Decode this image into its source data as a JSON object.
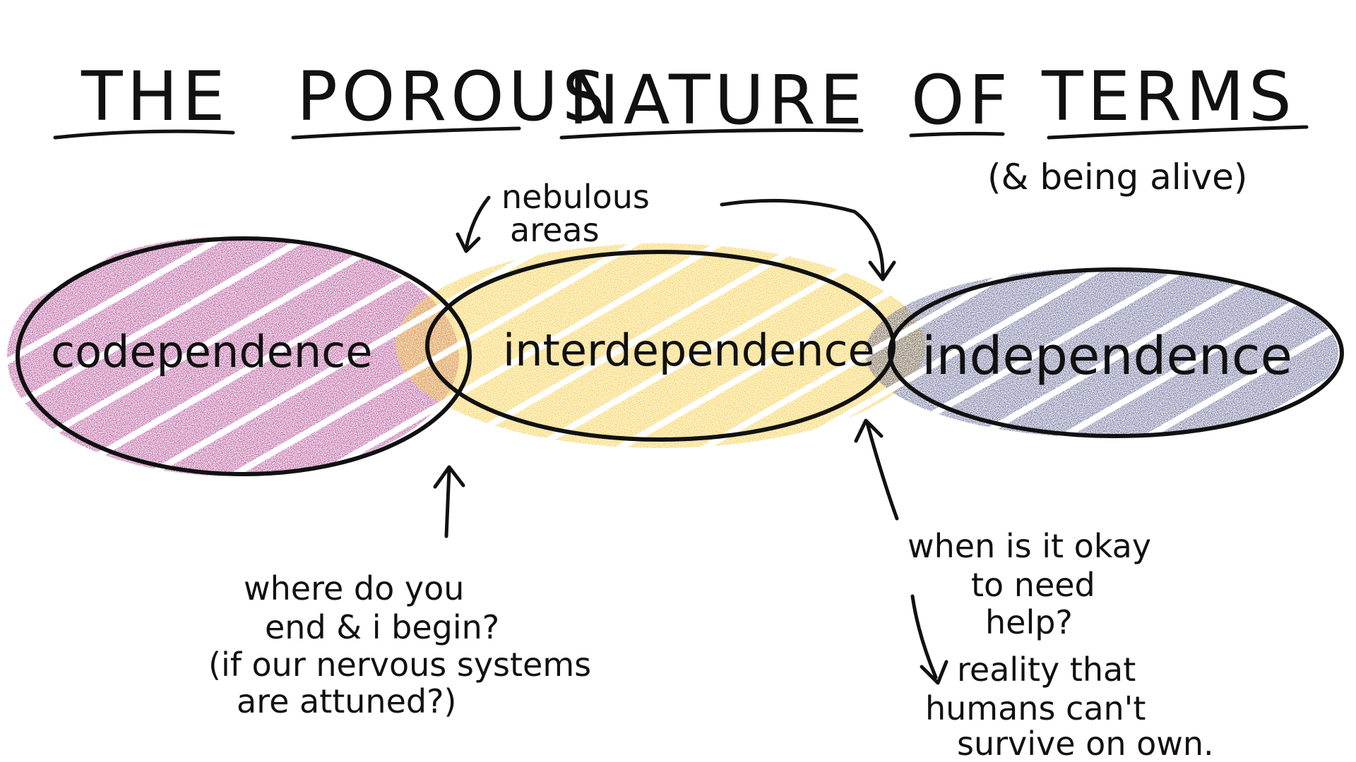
{
  "title": {
    "words": [
      "THE",
      "POROUS",
      "NATURE",
      "OF",
      "TERMS"
    ],
    "subtitle": "(& being alive)"
  },
  "regions": [
    {
      "label": "codependence",
      "color": "#a3277f"
    },
    {
      "label": "interdependence",
      "color": "#f4c21e"
    },
    {
      "label": "independence",
      "color": "#3a3f78"
    }
  ],
  "annotations": {
    "nebulous": [
      "nebulous",
      "areas"
    ],
    "boundary_question": [
      "where do you",
      "end & i begin?",
      "(if our nervous systems",
      "are attuned?)"
    ],
    "help_question": [
      "when is it okay",
      "to need",
      "help?"
    ],
    "reality": [
      "reality that",
      "humans can't",
      "survive on own."
    ]
  }
}
